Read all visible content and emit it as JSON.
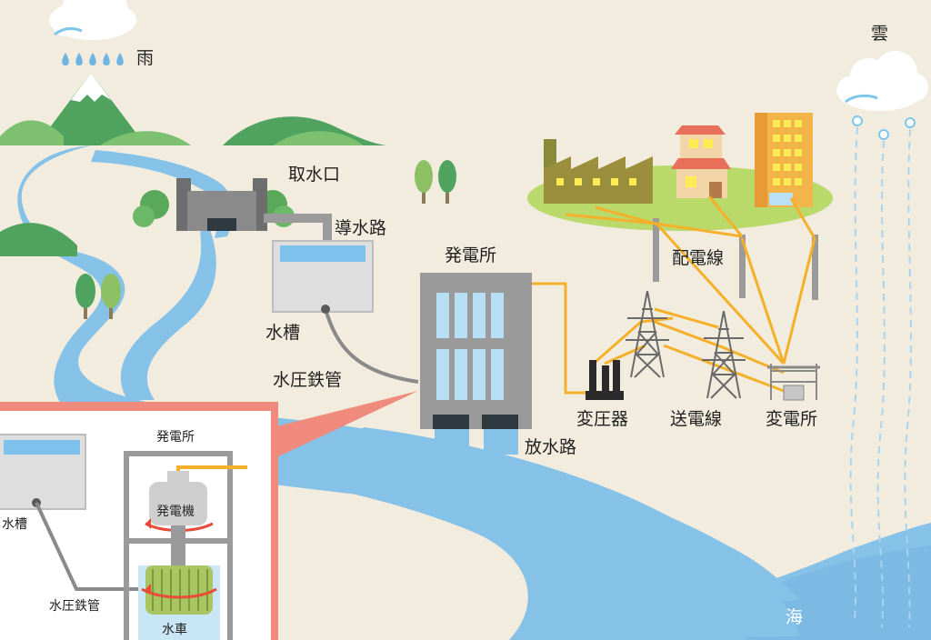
{
  "labels": {
    "rain": "雨",
    "cloud": "雲",
    "intake": "取水口",
    "headrace": "導水路",
    "water_tank": "水槽",
    "penstock": "水圧鉄管",
    "power_plant": "発電所",
    "tailrace": "放水路",
    "transformer": "変圧器",
    "transmission_line": "送電線",
    "substation": "変電所",
    "distribution_line": "配電線",
    "sea": "海"
  },
  "inset": {
    "power_plant": "発電所",
    "water_tank": "水槽",
    "generator": "発電機",
    "penstock": "水圧鉄管",
    "water_wheel": "水車"
  },
  "colors": {
    "background": "#f2ecdf",
    "water": "#86c1e8",
    "mountain": "#4fa35f",
    "hill": "#7dc06f",
    "power_line": "#f5b02a",
    "inset_border": "#f08a7c"
  },
  "icons": {
    "cloud": "cloud-icon",
    "rain": "raindrop-icon",
    "factory": "factory-icon",
    "house": "house-icon",
    "building": "building-icon",
    "pylon": "pylon-icon",
    "tree": "tree-icon"
  }
}
